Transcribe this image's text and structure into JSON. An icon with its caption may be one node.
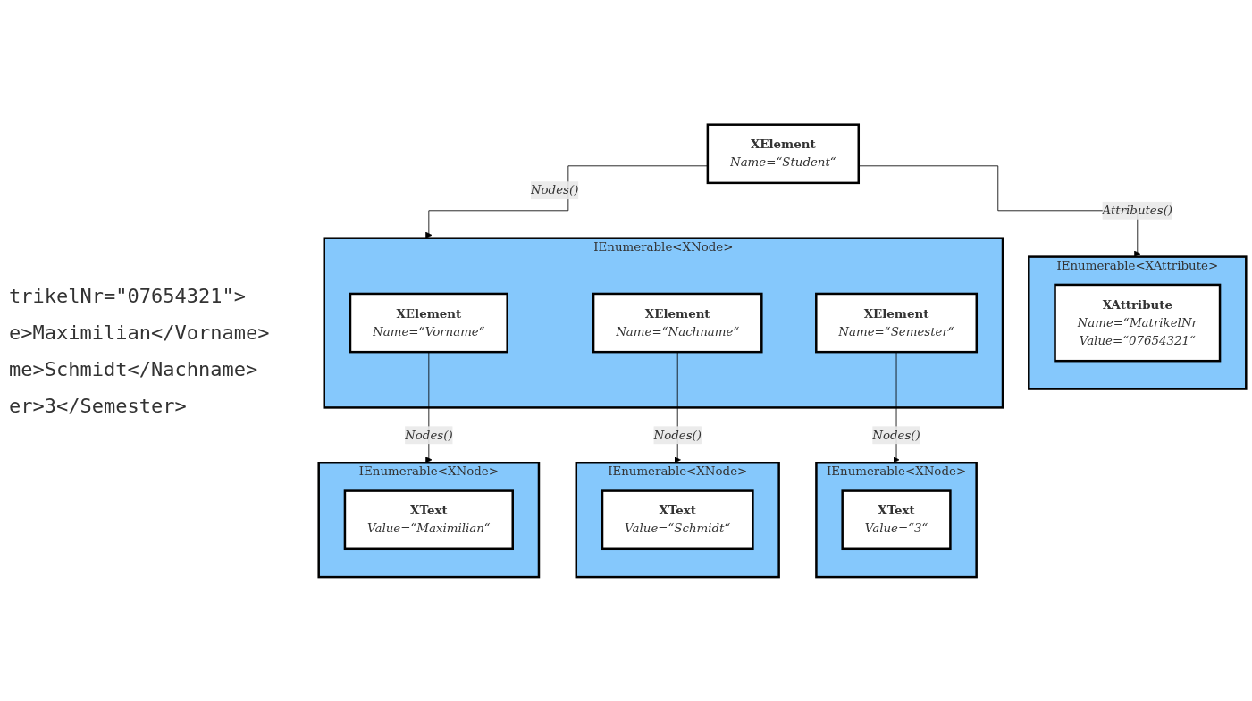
{
  "diagram": {
    "nodes": [
      {
        "text": [
          "XElement",
          "Name=“Student“"
        ]
      },
      {
        "text": [
          "IEnumerable<XAttribute>"
        ]
      },
      {
        "text": [
          "XAttribute",
          "Name=“MatrikelNr",
          "Value=“07654321“"
        ],
        "in": 1
      },
      {
        "text": [
          "IEnumerable<XNode>"
        ]
      },
      {
        "text": [
          "XElement",
          "Name=“Vorname“"
        ],
        "in": 3
      },
      {
        "text": [
          "XElement",
          "Name=“Nachname“"
        ],
        "in": 3
      },
      {
        "text": [
          "XElement",
          "Name=“Semester“"
        ],
        "in": 3
      },
      {
        "text": [
          "IEnumerable<XNode>"
        ]
      },
      {
        "text": [
          "XText",
          "Value=“Maximilian“"
        ],
        "in": 7
      },
      {
        "text": [
          "IEnumerable<XNode>"
        ]
      },
      {
        "text": [
          "XText",
          "Value=“Schmidt“"
        ],
        "in": 9
      },
      {
        "text": [
          "IEnumerable<XNode>"
        ]
      },
      {
        "text": [
          "XText",
          "Value=“3“"
        ],
        "in": 11
      }
    ],
    "edges": [
      {
        "from": 0,
        "to": 1,
        "arrow": "to",
        "label": "Attributes()"
      },
      {
        "from": 0,
        "to": 3,
        "arrow": "to",
        "label": "Nodes()"
      },
      {
        "from": 4,
        "to": 7,
        "arrow": "to",
        "label": "Nodes()"
      },
      {
        "from": 5,
        "to": 9,
        "arrow": "to",
        "label": "Nodes()"
      },
      {
        "from": 6,
        "to": 11,
        "arrow": "to",
        "label": "Nodes()"
      }
    ],
    "labels": [
      "trikelNr=\"07654321\">",
      "e>Maximilian</Vorname>",
      "me>Schmidt</Nachname>",
      "er>3</Semester>"
    ]
  }
}
